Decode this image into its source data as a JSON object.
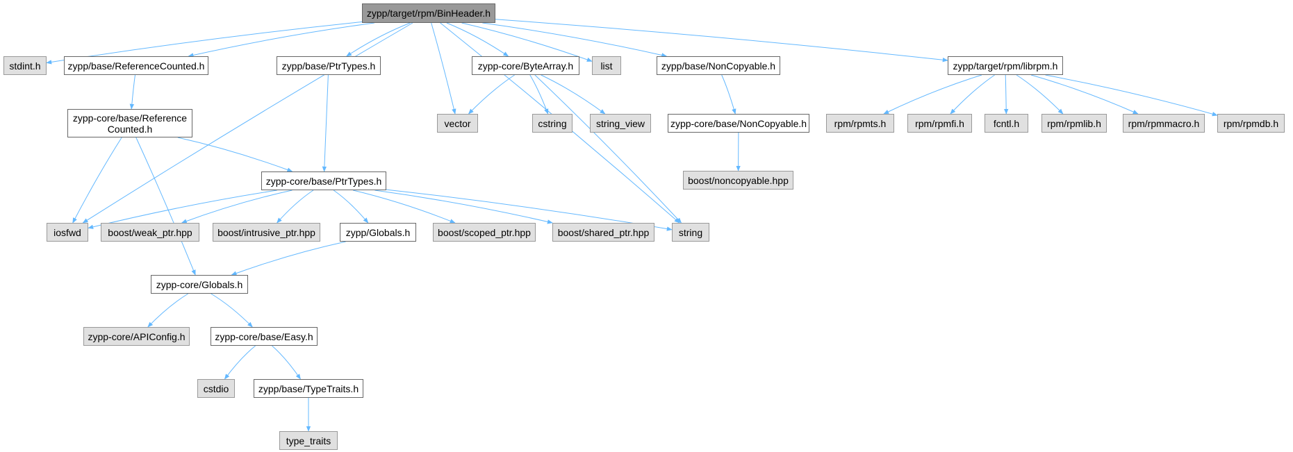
{
  "colors": {
    "edge": "#63b8ff",
    "root_fill": "#999999",
    "internal_fill": "#ffffff",
    "external_fill": "#e0e0e0"
  },
  "nodes": {
    "root": {
      "label": "zypp/target/rpm/BinHeader.h",
      "kind": "root"
    },
    "stdint": {
      "label": "stdint.h",
      "kind": "external"
    },
    "refcounted": {
      "label": "zypp/base/ReferenceCounted.h",
      "kind": "internal"
    },
    "ptrtypes": {
      "label": "zypp/base/PtrTypes.h",
      "kind": "internal"
    },
    "bytearray": {
      "label": "zypp-core/ByteArray.h",
      "kind": "internal"
    },
    "list": {
      "label": "list",
      "kind": "external"
    },
    "noncopyable": {
      "label": "zypp/base/NonCopyable.h",
      "kind": "internal"
    },
    "librpm": {
      "label": "zypp/target/rpm/librpm.h",
      "kind": "internal"
    },
    "core_refcounted": {
      "label": "zypp-core/base/Reference\nCounted.h",
      "kind": "internal"
    },
    "vector": {
      "label": "vector",
      "kind": "external"
    },
    "cstring": {
      "label": "cstring",
      "kind": "external"
    },
    "string_view": {
      "label": "string_view",
      "kind": "external"
    },
    "core_noncopyable": {
      "label": "zypp-core/base/NonCopyable.h",
      "kind": "internal"
    },
    "rpmts": {
      "label": "rpm/rpmts.h",
      "kind": "external"
    },
    "rpmfi": {
      "label": "rpm/rpmfi.h",
      "kind": "external"
    },
    "fcntl": {
      "label": "fcntl.h",
      "kind": "external"
    },
    "rpmlib": {
      "label": "rpm/rpmlib.h",
      "kind": "external"
    },
    "rpmmacro": {
      "label": "rpm/rpmmacro.h",
      "kind": "external"
    },
    "rpmdb": {
      "label": "rpm/rpmdb.h",
      "kind": "external"
    },
    "core_ptrtypes": {
      "label": "zypp-core/base/PtrTypes.h",
      "kind": "internal"
    },
    "boost_noncopyable": {
      "label": "boost/noncopyable.hpp",
      "kind": "external"
    },
    "iosfwd": {
      "label": "iosfwd",
      "kind": "external"
    },
    "weak_ptr": {
      "label": "boost/weak_ptr.hpp",
      "kind": "external"
    },
    "intrusive_ptr": {
      "label": "boost/intrusive_ptr.hpp",
      "kind": "external"
    },
    "globals": {
      "label": "zypp/Globals.h",
      "kind": "internal"
    },
    "scoped_ptr": {
      "label": "boost/scoped_ptr.hpp",
      "kind": "external"
    },
    "shared_ptr": {
      "label": "boost/shared_ptr.hpp",
      "kind": "external"
    },
    "string": {
      "label": "string",
      "kind": "external"
    },
    "core_globals": {
      "label": "zypp-core/Globals.h",
      "kind": "internal"
    },
    "apiconfig": {
      "label": "zypp-core/APIConfig.h",
      "kind": "external"
    },
    "easy": {
      "label": "zypp-core/base/Easy.h",
      "kind": "internal"
    },
    "cstdio": {
      "label": "cstdio",
      "kind": "external"
    },
    "typetraits": {
      "label": "zypp/base/TypeTraits.h",
      "kind": "internal"
    },
    "type_traits": {
      "label": "type_traits",
      "kind": "external"
    }
  },
  "edges": [
    [
      "root",
      "stdint"
    ],
    [
      "root",
      "refcounted"
    ],
    [
      "root",
      "ptrtypes"
    ],
    [
      "root",
      "bytearray"
    ],
    [
      "root",
      "list"
    ],
    [
      "root",
      "noncopyable"
    ],
    [
      "root",
      "librpm"
    ],
    [
      "root",
      "vector"
    ],
    [
      "root",
      "string"
    ],
    [
      "root",
      "iosfwd"
    ],
    [
      "refcounted",
      "core_refcounted"
    ],
    [
      "core_refcounted",
      "core_ptrtypes"
    ],
    [
      "core_refcounted",
      "iosfwd"
    ],
    [
      "core_refcounted",
      "core_globals"
    ],
    [
      "ptrtypes",
      "core_ptrtypes"
    ],
    [
      "bytearray",
      "vector"
    ],
    [
      "bytearray",
      "cstring"
    ],
    [
      "bytearray",
      "string_view"
    ],
    [
      "bytearray",
      "string"
    ],
    [
      "noncopyable",
      "core_noncopyable"
    ],
    [
      "core_noncopyable",
      "boost_noncopyable"
    ],
    [
      "librpm",
      "rpmts"
    ],
    [
      "librpm",
      "rpmfi"
    ],
    [
      "librpm",
      "fcntl"
    ],
    [
      "librpm",
      "rpmlib"
    ],
    [
      "librpm",
      "rpmmacro"
    ],
    [
      "librpm",
      "rpmdb"
    ],
    [
      "core_ptrtypes",
      "iosfwd"
    ],
    [
      "core_ptrtypes",
      "weak_ptr"
    ],
    [
      "core_ptrtypes",
      "intrusive_ptr"
    ],
    [
      "core_ptrtypes",
      "globals"
    ],
    [
      "core_ptrtypes",
      "scoped_ptr"
    ],
    [
      "core_ptrtypes",
      "shared_ptr"
    ],
    [
      "core_ptrtypes",
      "string"
    ],
    [
      "globals",
      "core_globals"
    ],
    [
      "core_globals",
      "apiconfig"
    ],
    [
      "core_globals",
      "easy"
    ],
    [
      "easy",
      "cstdio"
    ],
    [
      "easy",
      "typetraits"
    ],
    [
      "typetraits",
      "type_traits"
    ]
  ]
}
